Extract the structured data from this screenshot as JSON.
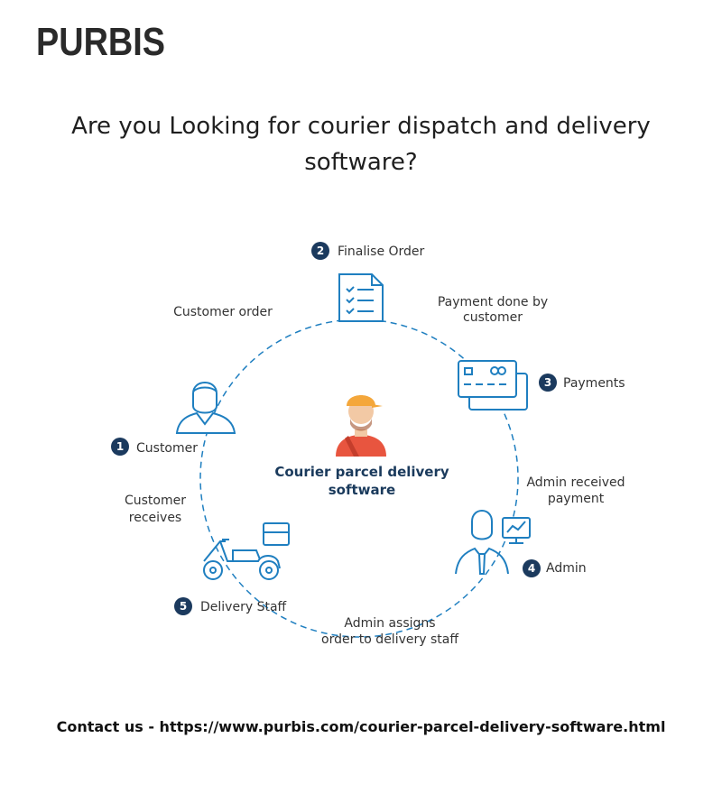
{
  "brand": {
    "logo_text": "PURBIS"
  },
  "headline": {
    "line1": "Are you Looking for courier dispatch and delivery",
    "line2": "software?"
  },
  "diagram": {
    "center_line1": "Courier parcel delivery",
    "center_line2": "software",
    "steps": [
      {
        "number": "1",
        "label": "Customer"
      },
      {
        "number": "2",
        "label": "Finalise Order"
      },
      {
        "number": "3",
        "label": "Payments"
      },
      {
        "number": "4",
        "label": "Admin"
      },
      {
        "number": "5",
        "label": "Delivery Staff"
      }
    ],
    "edges": {
      "customer_order": "Customer order",
      "payment_line1": "Payment done by",
      "payment_line2": "customer",
      "admin_received_line1": "Admin received",
      "admin_received_line2": "payment",
      "admin_assigns_line1": "Admin assigns",
      "admin_assigns_line2": "order to delivery staff",
      "customer_receives_line1": "Customer",
      "customer_receives_line2": "receives"
    },
    "colors": {
      "icon_blue": "#1f7fc0",
      "badge_navy": "#1b3a5e",
      "courier_orange": "#e8553f",
      "cap_yellow": "#f4a73b"
    }
  },
  "contact": {
    "text": "Contact us - https://www.purbis.com/courier-parcel-delivery-software.html"
  }
}
